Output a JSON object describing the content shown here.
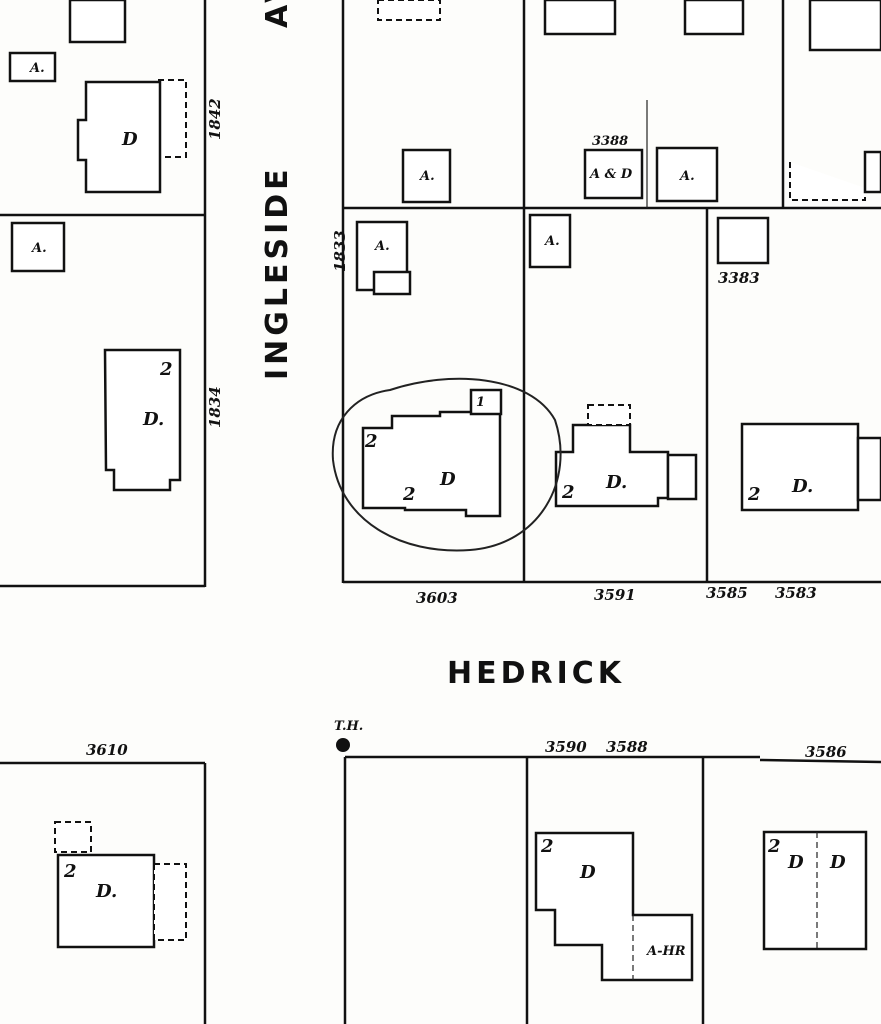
{
  "map": {
    "streets": {
      "avenue_partial": "AV",
      "ingleside": "INGLESIDE",
      "hedrick": "HEDRICK"
    },
    "addresses": {
      "a1842": "1842",
      "a1834": "1834",
      "a1833": "1833",
      "a3388": "3388",
      "a3383": "3383",
      "a3603": "3603",
      "a3591": "3591",
      "a3585": "3585",
      "a3583": "3583",
      "a3610": "3610",
      "a3590": "3590",
      "a3588": "3588",
      "a3586": "3586"
    },
    "markers": {
      "hydrant": "T.H."
    },
    "building_labels": {
      "dwelling": "D",
      "dwelling_dot": "D.",
      "auto": "A.",
      "two": "2",
      "one": "1",
      "auto_dot_d": "A & D",
      "a_hr": "A-HR"
    }
  }
}
